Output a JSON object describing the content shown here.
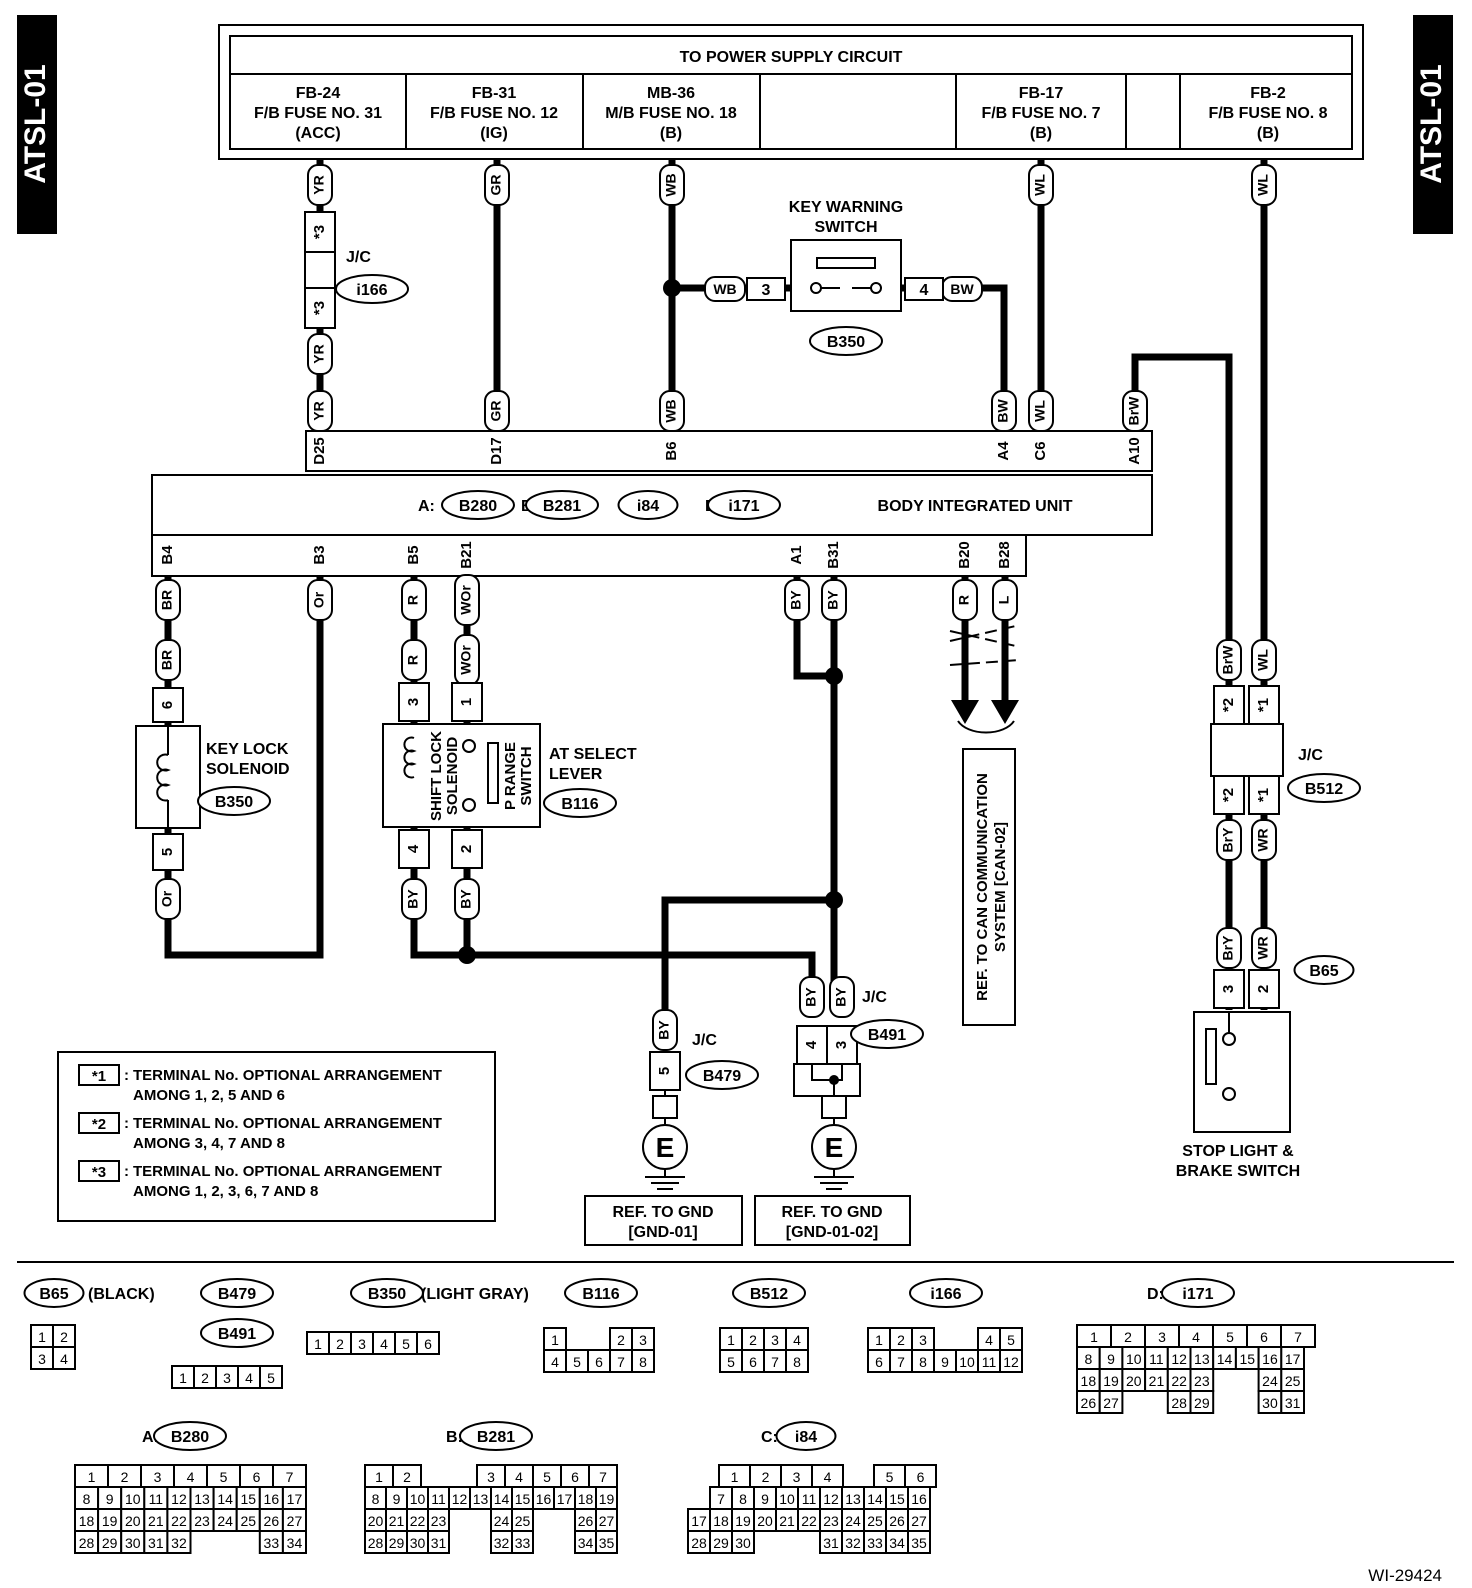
{
  "side_tab": "ATSL-01",
  "figure_id": "WI-29424",
  "power": {
    "title": "TO POWER SUPPLY CIRCUIT",
    "fuses": [
      {
        "id": "FB-24",
        "name": "F/B FUSE NO. 31",
        "src": "(ACC)"
      },
      {
        "id": "FB-31",
        "name": "F/B FUSE NO. 12",
        "src": "(IG)"
      },
      {
        "id": "MB-36",
        "name": "M/B FUSE NO. 18",
        "src": "(B)"
      },
      {
        "id": "FB-17",
        "name": "F/B FUSE NO. 7",
        "src": "(B)"
      },
      {
        "id": "FB-2",
        "name": "F/B FUSE NO. 8",
        "src": "(B)"
      }
    ]
  },
  "biu": {
    "label": "BODY INTEGRATED UNIT",
    "connectors": [
      {
        "letter": "A:",
        "code": "B280"
      },
      {
        "letter": "B:",
        "code": "B281"
      },
      {
        "letter": "C:",
        "code": "i84"
      },
      {
        "letter": "D:",
        "code": "i171"
      }
    ],
    "top_pins": [
      "D25",
      "D17",
      "B6",
      "A4",
      "C6",
      "A10"
    ],
    "bottom_pins": [
      "B4",
      "B3",
      "B5",
      "B21",
      "A1",
      "B31",
      "B20",
      "B28"
    ]
  },
  "wires": {
    "yr": "YR",
    "gr": "GR",
    "wb": "WB",
    "wl": "WL",
    "bw": "BW",
    "brw": "BrW",
    "br": "BR",
    "or": "Or",
    "r": "R",
    "wor": "WOr",
    "by": "BY",
    "l": "L",
    "bry": "BrY",
    "wr": "WR"
  },
  "components": {
    "key_warning": {
      "line1": "KEY WARNING",
      "line2": "SWITCH",
      "code": "B350",
      "pin_a": "3",
      "pin_b": "4"
    },
    "jc_i166": {
      "label": "J/C",
      "code": "i166",
      "mark": "*3"
    },
    "key_lock": {
      "line1": "KEY LOCK",
      "line2": "SOLENOID",
      "code": "B350",
      "pin_a": "6",
      "pin_b": "5"
    },
    "at_select": {
      "line1": "AT SELECT",
      "line2": "LEVER",
      "code": "B116",
      "sol1": "SHIFT LOCK",
      "sol2": "SOLENOID",
      "sw1": "P RANGE",
      "sw2": "SWITCH",
      "pin_3": "3",
      "pin_1": "1",
      "pin_4": "4",
      "pin_2": "2"
    },
    "can_ref": {
      "line1": "REF. TO CAN COMMUNICATION",
      "line2": "SYSTEM [CAN-02]"
    },
    "jc_b512": {
      "label": "J/C",
      "code": "B512",
      "mark1": "*1",
      "mark2": "*2"
    },
    "stop_light": {
      "line1": "STOP LIGHT &",
      "line2": "BRAKE SWITCH",
      "code": "B65",
      "pin_a": "3",
      "pin_b": "2"
    },
    "jc_b479": {
      "label": "J/C",
      "code": "B479",
      "pin": "5"
    },
    "jc_b491": {
      "label": "J/C",
      "code": "B491",
      "pin_a": "4",
      "pin_b": "3"
    },
    "ground_symbol": "E",
    "gnd1": {
      "line1": "REF. TO GND",
      "line2": "[GND-01]"
    },
    "gnd2": {
      "line1": "REF. TO GND",
      "line2": "[GND-01-02]"
    }
  },
  "legend": [
    {
      "mark": "*1",
      "line1": "TERMINAL No. OPTIONAL ARRANGEMENT",
      "line2": "AMONG 1, 2, 5 AND 6"
    },
    {
      "mark": "*2",
      "line1": "TERMINAL No. OPTIONAL ARRANGEMENT",
      "line2": "AMONG 3, 4, 7 AND 8"
    },
    {
      "mark": "*3",
      "line1": "TERMINAL No. OPTIONAL ARRANGEMENT",
      "line2": "AMONG 1, 2, 3, 6, 7 AND 8"
    }
  ],
  "connector_views": {
    "b65": {
      "code": "B65",
      "note": "(BLACK)",
      "rows": [
        [
          "1",
          "2"
        ],
        [
          "3",
          "4"
        ]
      ]
    },
    "b479": {
      "code": "B479",
      "code2": "B491",
      "rows": [
        [
          "1",
          "2",
          "3",
          "4",
          "5"
        ]
      ]
    },
    "b350": {
      "code": "B350",
      "note": "(LIGHT GRAY)",
      "rows": [
        [
          "1",
          "2",
          "3",
          "4",
          "5",
          "6"
        ]
      ]
    },
    "b116": {
      "code": "B116",
      "rows": [
        [
          "1",
          "",
          "",
          "2",
          "3"
        ],
        [
          "4",
          "5",
          "6",
          "7",
          "8"
        ]
      ]
    },
    "b512": {
      "code": "B512",
      "rows": [
        [
          "1",
          "2",
          "3",
          "4"
        ],
        [
          "5",
          "6",
          "7",
          "8"
        ]
      ]
    },
    "i166": {
      "code": "i166",
      "rows": [
        [
          "1",
          "2",
          "3",
          "",
          "",
          "4",
          "5"
        ],
        [
          "6",
          "7",
          "8",
          "9",
          "10",
          "11",
          "12"
        ]
      ]
    },
    "i171": {
      "prefix": "D:",
      "code": "i171",
      "rows": [
        [
          "1",
          "2",
          "3",
          "4",
          "5",
          "6",
          "7"
        ],
        [
          "8",
          "9",
          "10",
          "11",
          "12",
          "13",
          "14",
          "15",
          "16",
          "17"
        ],
        [
          "18",
          "19",
          "20",
          "21",
          "22",
          "23",
          "",
          "",
          "24",
          "25"
        ],
        [
          "26",
          "27",
          "",
          "",
          "28",
          "29",
          "",
          "",
          "30",
          "31"
        ]
      ]
    },
    "b280": {
      "prefix": "A:",
      "code": "B280",
      "rows": [
        [
          "1",
          "2",
          "3",
          "4",
          "5",
          "6",
          "7"
        ],
        [
          "8",
          "9",
          "10",
          "11",
          "12",
          "13",
          "14",
          "15",
          "16",
          "17"
        ],
        [
          "18",
          "19",
          "20",
          "21",
          "22",
          "23",
          "24",
          "25",
          "26",
          "27"
        ],
        [
          "28",
          "29",
          "30",
          "31",
          "32",
          "",
          "",
          "",
          "33",
          "34"
        ]
      ]
    },
    "b281": {
      "prefix": "B:",
      "code": "B281",
      "rows": [
        [
          "1",
          "2",
          "",
          "",
          "3",
          "4",
          "5",
          "6",
          "7"
        ],
        [
          "8",
          "9",
          "10",
          "11",
          "12",
          "13",
          "14",
          "15",
          "16",
          "17",
          "18",
          "19"
        ],
        [
          "20",
          "21",
          "22",
          "23",
          "",
          "",
          "24",
          "25",
          "",
          "",
          "26",
          "27"
        ],
        [
          "28",
          "29",
          "30",
          "31",
          "",
          "",
          "32",
          "33",
          "",
          "",
          "34",
          "35"
        ]
      ]
    },
    "i84": {
      "prefix": "C:",
      "code": "i84",
      "rows": [
        [
          "",
          "1",
          "2",
          "3",
          "4",
          "",
          "5",
          "6"
        ],
        [
          "",
          "7",
          "8",
          "9",
          "10",
          "11",
          "12",
          "13",
          "14",
          "15",
          "16"
        ],
        [
          "17",
          "18",
          "19",
          "20",
          "21",
          "22",
          "23",
          "24",
          "25",
          "26",
          "27"
        ],
        [
          "28",
          "29",
          "30",
          "",
          "",
          "",
          "31",
          "32",
          "33",
          "34",
          "35"
        ]
      ]
    }
  }
}
